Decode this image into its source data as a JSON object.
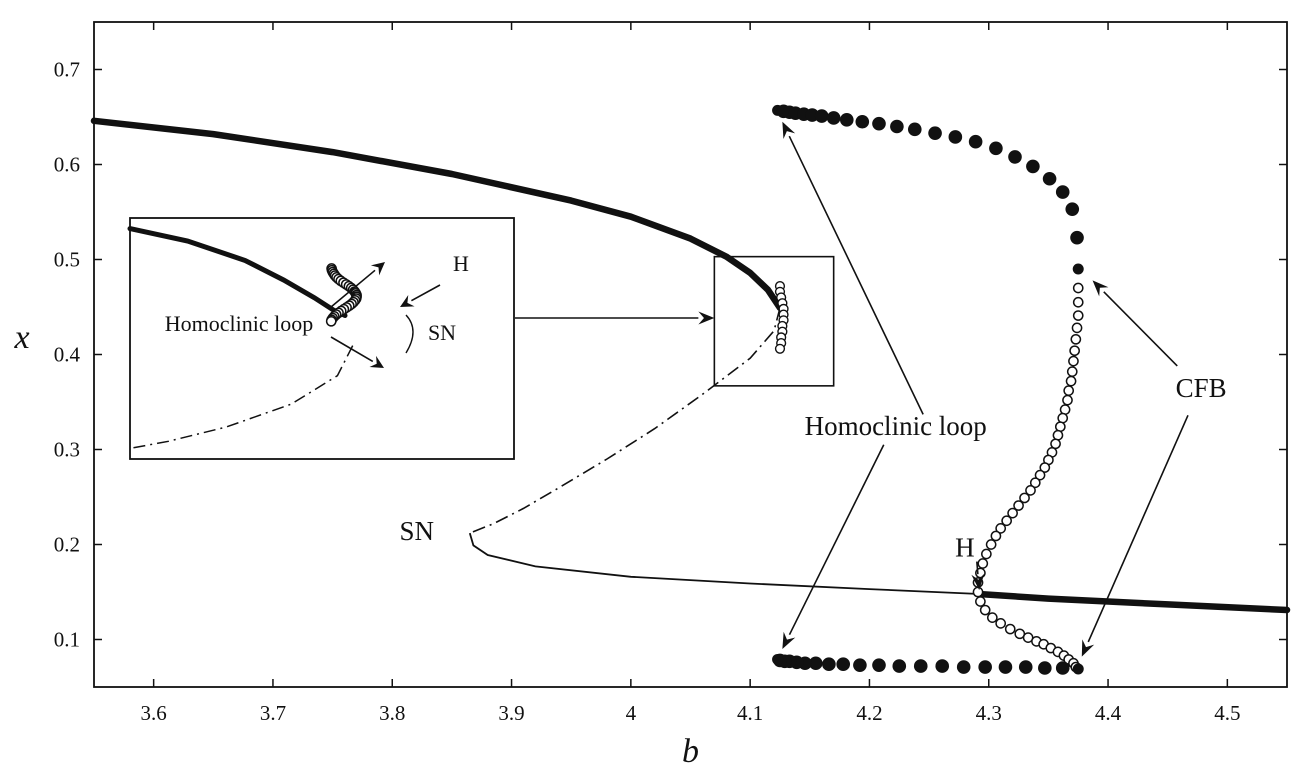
{
  "chart_data": {
    "type": "line",
    "title": "",
    "xlabel": "b",
    "ylabel": "x",
    "xlim": [
      3.55,
      4.55
    ],
    "ylim": [
      0.05,
      0.75
    ],
    "grid": false,
    "xticks": [
      {
        "value": 3.6,
        "label": "3.6"
      },
      {
        "value": 3.7,
        "label": "3.7"
      },
      {
        "value": 3.8,
        "label": "3.8"
      },
      {
        "value": 3.9,
        "label": "3.9"
      },
      {
        "value": 4.0,
        "label": "4"
      },
      {
        "value": 4.1,
        "label": "4.1"
      },
      {
        "value": 4.2,
        "label": "4.2"
      },
      {
        "value": 4.3,
        "label": "4.3"
      },
      {
        "value": 4.4,
        "label": "4.4"
      },
      {
        "value": 4.5,
        "label": "4.5"
      }
    ],
    "yticks": [
      {
        "value": 0.1,
        "label": "0.1"
      },
      {
        "value": 0.2,
        "label": "0.2"
      },
      {
        "value": 0.3,
        "label": "0.3"
      },
      {
        "value": 0.4,
        "label": "0.4"
      },
      {
        "value": 0.5,
        "label": "0.5"
      },
      {
        "value": 0.6,
        "label": "0.6"
      },
      {
        "value": 0.7,
        "label": "0.7"
      }
    ],
    "series": [
      {
        "style": "thick-solid",
        "points": [
          [
            3.55,
            0.646
          ],
          [
            3.65,
            0.632
          ],
          [
            3.75,
            0.613
          ],
          [
            3.85,
            0.59
          ],
          [
            3.95,
            0.562
          ],
          [
            4.0,
            0.545
          ],
          [
            4.05,
            0.522
          ],
          [
            4.08,
            0.503
          ],
          [
            4.1,
            0.486
          ],
          [
            4.115,
            0.468
          ],
          [
            4.125,
            0.449
          ]
        ]
      },
      {
        "style": "dash-dot",
        "points": [
          [
            4.125,
            0.449
          ],
          [
            4.12,
            0.425
          ],
          [
            4.1,
            0.396
          ],
          [
            4.06,
            0.358
          ],
          [
            4.02,
            0.322
          ],
          [
            3.98,
            0.29
          ],
          [
            3.94,
            0.26
          ],
          [
            3.91,
            0.238
          ],
          [
            3.885,
            0.222
          ],
          [
            3.865,
            0.212
          ]
        ]
      },
      {
        "style": "thin-solid",
        "points": [
          [
            3.865,
            0.212
          ],
          [
            3.868,
            0.199
          ],
          [
            3.88,
            0.189
          ],
          [
            3.92,
            0.177
          ],
          [
            4.0,
            0.166
          ],
          [
            4.1,
            0.159
          ],
          [
            4.2,
            0.153
          ],
          [
            4.29,
            0.148
          ]
        ]
      },
      {
        "style": "thick-solid",
        "points": [
          [
            4.29,
            0.148
          ],
          [
            4.35,
            0.143
          ],
          [
            4.45,
            0.137
          ],
          [
            4.55,
            0.131
          ]
        ]
      },
      {
        "style": "filled-circles",
        "points": [
          [
            4.123,
            0.657
          ],
          [
            4.128,
            0.656
          ],
          [
            4.133,
            0.655
          ],
          [
            4.138,
            0.654
          ],
          [
            4.145,
            0.653
          ],
          [
            4.152,
            0.652
          ],
          [
            4.16,
            0.651
          ],
          [
            4.17,
            0.649
          ],
          [
            4.181,
            0.647
          ],
          [
            4.194,
            0.645
          ],
          [
            4.208,
            0.643
          ],
          [
            4.223,
            0.64
          ],
          [
            4.238,
            0.637
          ],
          [
            4.255,
            0.633
          ],
          [
            4.272,
            0.629
          ],
          [
            4.289,
            0.624
          ],
          [
            4.306,
            0.617
          ],
          [
            4.322,
            0.608
          ],
          [
            4.337,
            0.598
          ],
          [
            4.351,
            0.585
          ],
          [
            4.362,
            0.571
          ],
          [
            4.37,
            0.553
          ],
          [
            4.374,
            0.523
          ],
          [
            4.375,
            0.49
          ]
        ]
      },
      {
        "style": "open-circles",
        "points": [
          [
            4.375,
            0.47
          ],
          [
            4.375,
            0.455
          ],
          [
            4.375,
            0.441
          ],
          [
            4.374,
            0.428
          ],
          [
            4.373,
            0.416
          ],
          [
            4.372,
            0.404
          ],
          [
            4.371,
            0.393
          ],
          [
            4.37,
            0.382
          ],
          [
            4.369,
            0.372
          ],
          [
            4.367,
            0.362
          ],
          [
            4.366,
            0.352
          ],
          [
            4.364,
            0.342
          ],
          [
            4.362,
            0.333
          ],
          [
            4.36,
            0.324
          ],
          [
            4.358,
            0.315
          ],
          [
            4.356,
            0.306
          ],
          [
            4.353,
            0.297
          ],
          [
            4.35,
            0.289
          ],
          [
            4.347,
            0.281
          ],
          [
            4.343,
            0.273
          ],
          [
            4.339,
            0.265
          ],
          [
            4.335,
            0.257
          ],
          [
            4.33,
            0.249
          ],
          [
            4.325,
            0.241
          ],
          [
            4.32,
            0.233
          ],
          [
            4.315,
            0.225
          ],
          [
            4.31,
            0.217
          ],
          [
            4.306,
            0.209
          ],
          [
            4.302,
            0.2
          ],
          [
            4.298,
            0.19
          ],
          [
            4.295,
            0.18
          ],
          [
            4.293,
            0.17
          ],
          [
            4.291,
            0.16
          ],
          [
            4.291,
            0.15
          ],
          [
            4.293,
            0.14
          ],
          [
            4.297,
            0.131
          ],
          [
            4.303,
            0.123
          ],
          [
            4.31,
            0.117
          ],
          [
            4.318,
            0.111
          ],
          [
            4.326,
            0.106
          ],
          [
            4.333,
            0.102
          ],
          [
            4.34,
            0.098
          ],
          [
            4.346,
            0.095
          ],
          [
            4.352,
            0.091
          ],
          [
            4.358,
            0.087
          ],
          [
            4.363,
            0.083
          ],
          [
            4.367,
            0.079
          ],
          [
            4.371,
            0.075
          ],
          [
            4.373,
            0.071
          ]
        ]
      },
      {
        "style": "filled-circles",
        "points": [
          [
            4.375,
            0.069
          ],
          [
            4.362,
            0.07
          ],
          [
            4.347,
            0.07
          ],
          [
            4.331,
            0.071
          ],
          [
            4.314,
            0.071
          ],
          [
            4.297,
            0.071
          ],
          [
            4.279,
            0.071
          ],
          [
            4.261,
            0.072
          ],
          [
            4.243,
            0.072
          ],
          [
            4.225,
            0.072
          ],
          [
            4.208,
            0.073
          ],
          [
            4.192,
            0.073
          ],
          [
            4.178,
            0.074
          ],
          [
            4.166,
            0.074
          ],
          [
            4.155,
            0.075
          ],
          [
            4.146,
            0.075
          ],
          [
            4.139,
            0.076
          ],
          [
            4.133,
            0.077
          ],
          [
            4.129,
            0.077
          ],
          [
            4.125,
            0.078
          ],
          [
            4.123,
            0.079
          ]
        ]
      },
      {
        "style": "open-circles-small-loop",
        "points": [
          [
            4.125,
            0.472
          ],
          [
            4.125,
            0.466
          ],
          [
            4.126,
            0.46
          ],
          [
            4.127,
            0.454
          ],
          [
            4.128,
            0.448
          ],
          [
            4.128,
            0.442
          ],
          [
            4.128,
            0.436
          ],
          [
            4.127,
            0.43
          ],
          [
            4.127,
            0.424
          ],
          [
            4.126,
            0.418
          ],
          [
            4.126,
            0.412
          ],
          [
            4.125,
            0.406
          ]
        ]
      }
    ],
    "inset": {
      "data_box": {
        "xlim": [
          4.07,
          4.17
        ],
        "ylim": [
          0.367,
          0.503
        ]
      },
      "series": [
        {
          "style": "thick-solid",
          "points": [
            [
              4.07,
              0.497
            ],
            [
              4.085,
              0.49
            ],
            [
              4.1,
              0.479
            ],
            [
              4.11,
              0.468
            ],
            [
              4.118,
              0.458
            ],
            [
              4.123,
              0.451
            ],
            [
              4.126,
              0.448
            ]
          ]
        },
        {
          "style": "dash-dot",
          "points": [
            [
              4.128,
              0.431
            ],
            [
              4.124,
              0.414
            ],
            [
              4.112,
              0.398
            ],
            [
              4.095,
              0.385
            ],
            [
              4.08,
              0.377
            ],
            [
              4.07,
              0.373
            ]
          ]
        },
        {
          "style": "open-circles",
          "points": [
            [
              4.1225,
              0.4745
            ],
            [
              4.1226,
              0.4735
            ],
            [
              4.1228,
              0.4725
            ],
            [
              4.1231,
              0.4715
            ],
            [
              4.1234,
              0.4705
            ],
            [
              4.1238,
              0.4695
            ],
            [
              4.1243,
              0.4685
            ],
            [
              4.1249,
              0.4675
            ],
            [
              4.1256,
              0.4665
            ],
            [
              4.1263,
              0.4655
            ],
            [
              4.127,
              0.4645
            ],
            [
              4.1276,
              0.4635
            ],
            [
              4.1281,
              0.4625
            ],
            [
              4.1285,
              0.4615
            ],
            [
              4.1288,
              0.4605
            ],
            [
              4.129,
              0.4595
            ],
            [
              4.129,
              0.4585
            ],
            [
              4.1289,
              0.4575
            ],
            [
              4.1286,
              0.4565
            ],
            [
              4.1282,
              0.4555
            ],
            [
              4.1277,
              0.4545
            ],
            [
              4.1271,
              0.4535
            ],
            [
              4.1264,
              0.4525
            ],
            [
              4.1257,
              0.4515
            ],
            [
              4.125,
              0.4505
            ],
            [
              4.1243,
              0.4495
            ],
            [
              4.1237,
              0.4485
            ],
            [
              4.1232,
              0.4475
            ],
            [
              4.1228,
              0.4465
            ],
            [
              4.1225,
              0.4455
            ],
            [
              4.1224,
              0.4447
            ]
          ]
        }
      ]
    },
    "annotations": [
      {
        "text": "SN",
        "x": 3.835,
        "y": 0.214
      },
      {
        "text": "H",
        "x": 4.29,
        "y": 0.196
      },
      {
        "text": "Homoclinic loop",
        "x": 4.222,
        "y": 0.325
      },
      {
        "text": "CFB",
        "x": 4.478,
        "y": 0.365
      },
      {
        "text": "Homoclinic loop",
        "x": 3.7,
        "y": 0.43,
        "in_inset": true
      },
      {
        "text": "H",
        "x": 3.825,
        "y": 0.5,
        "in_inset": true
      },
      {
        "text": "SN",
        "x": 3.822,
        "y": 0.42,
        "in_inset": true
      }
    ]
  }
}
